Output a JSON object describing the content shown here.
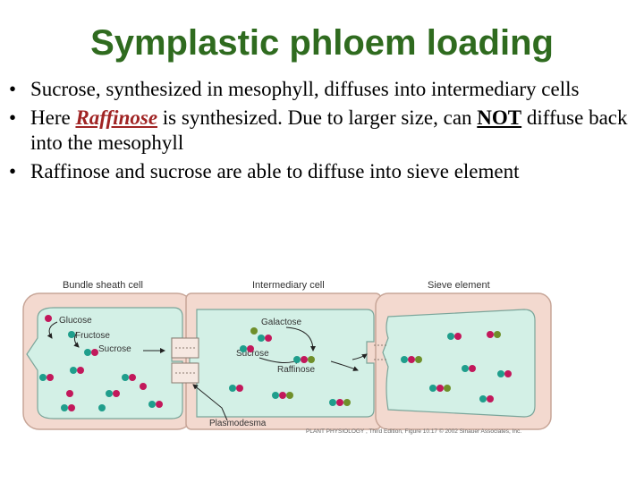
{
  "title": "Symplastic phloem loading",
  "bullets": [
    {
      "text": "Sucrose, synthesized in mesophyll, diffuses into intermediary cells"
    },
    {
      "pre": "Here ",
      "raffinose": "Raffinose",
      "mid": " is synthesized.  Due to larger size, can ",
      "not": "NOT",
      "post": " diffuse back into the mesophyll"
    },
    {
      "text": "Raffinose and sucrose are able to diffuse into sieve element"
    }
  ],
  "bullet_glyph": "•",
  "diagram": {
    "cell_labels": {
      "bundle_sheath": "Bundle sheath cell",
      "intermediary": "Intermediary cell",
      "sieve": "Sieve element"
    },
    "molecule_labels": {
      "glucose": "Glucose",
      "fructose": "Fructose",
      "sucrose_left": "Sucrose",
      "galactose": "Galactose",
      "sucrose_mid": "Sucrose",
      "raffinose": "Raffinose"
    },
    "plasmodesma": "Plasmodesma",
    "credit": "PLANT PHYSIOLOGY , Third Edition, Figure 10.17  © 2002 Sinauer Associates, Inc.",
    "colors": {
      "wall": "#f3d9cf",
      "wall_edge": "#c7a597",
      "cytoplasm": "#d3f0e6",
      "cyto_edge": "#7aa59a",
      "teal": "#1f9e8c",
      "red": "#c2185b",
      "olive": "#6f8f2a"
    }
  }
}
